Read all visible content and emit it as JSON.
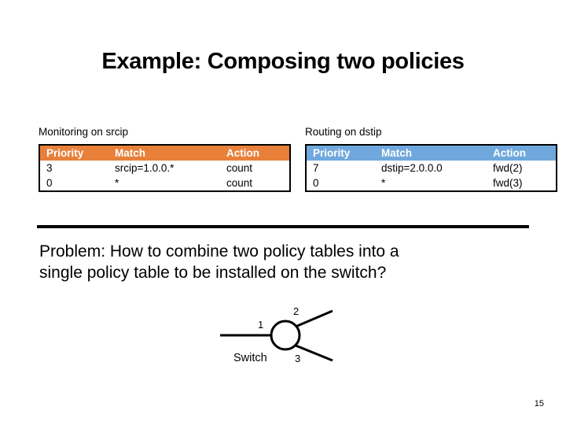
{
  "slide": {
    "title": "Example: Composing two policies",
    "page_number": "15"
  },
  "tables": {
    "monitoring": {
      "caption": "Monitoring on srcip",
      "header_color": "#E8803A",
      "columns": [
        "Priority",
        "Match",
        "Action"
      ],
      "rows": [
        {
          "priority": "3",
          "match": "srcip=1.0.0.*",
          "action": "count"
        },
        {
          "priority": "0",
          "match": "*",
          "action": "count"
        }
      ]
    },
    "routing": {
      "caption": "Routing on dstip",
      "header_color": "#6FA8DC",
      "columns": [
        "Priority",
        "Match",
        "Action"
      ],
      "rows": [
        {
          "priority": "7",
          "match": "dstip=2.0.0.0",
          "action": "fwd(2)"
        },
        {
          "priority": "0",
          "match": "*",
          "action": "fwd(3)"
        }
      ]
    }
  },
  "problem": {
    "line1": "Problem: How to combine two policy tables into a",
    "line2": "single policy table to be installed on the switch?"
  },
  "diagram": {
    "node_label": "Switch",
    "port1": "1",
    "port2": "2",
    "port3": "3"
  }
}
